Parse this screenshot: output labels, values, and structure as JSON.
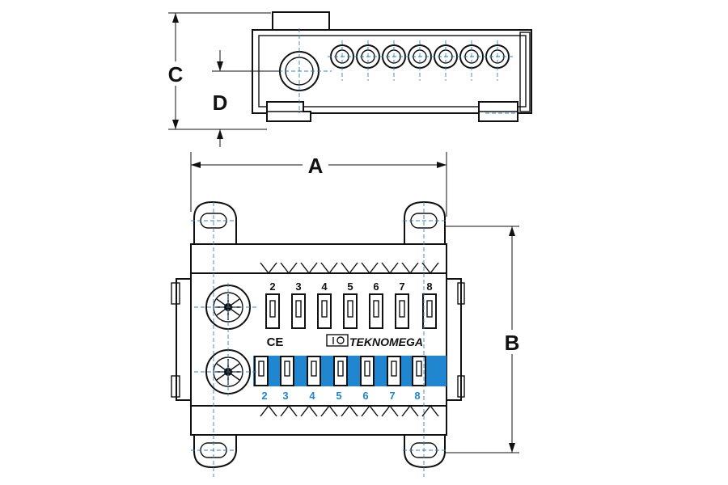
{
  "dimensions": {
    "a": "A",
    "b": "B",
    "c": "C",
    "d": "D"
  },
  "brand": "TEKNOMEGA",
  "ce_mark": "CE",
  "top_row_terminals": [
    "2",
    "3",
    "4",
    "5",
    "6",
    "7",
    "8"
  ],
  "bottom_row_terminals": [
    "2",
    "3",
    "4",
    "5",
    "6",
    "7",
    "8"
  ],
  "colors": {
    "ink": "#111111",
    "centerline": "#3a7fc0",
    "live_bar": "#1f86cf"
  }
}
